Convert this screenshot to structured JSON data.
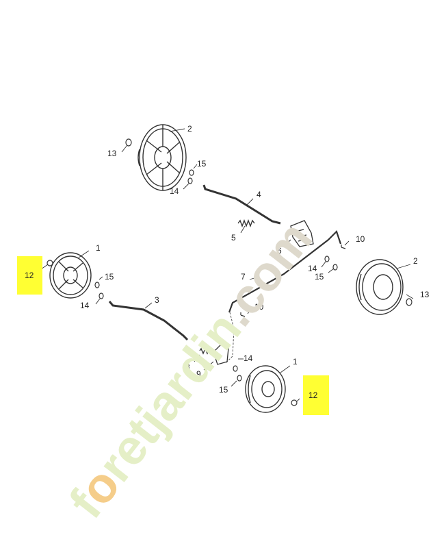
{
  "watermark": {
    "text_prefix": "f",
    "text_accent": "o",
    "text_rest": "retjardin",
    "text_suffix": ".com",
    "color_main": "#e5efc7",
    "color_accent": "#f5cd8a",
    "color_suffix": "#ded9cc"
  },
  "highlight_color": "#ffff33",
  "labels": {
    "front_left_wheel": "1",
    "front_right_wheel": "1",
    "rear_left_wheel": "2",
    "rear_right_wheel": "2",
    "front_axle": "3",
    "rear_axle": "4",
    "spring_rear": "5",
    "lever_rear": "6",
    "connecting_rod": "7",
    "spring_front": "8",
    "lever_front": "9",
    "screw_upper": "10",
    "screw_lower": "10",
    "nut_left_highlight": "12",
    "nut_right_highlight": "12",
    "nut_rear_left": "13",
    "nut_rear_right": "13",
    "washer_rear_left_a": "14",
    "washer_rear_right_a": "14",
    "washer_front_left_a": "14",
    "washer_front_right_a": "14",
    "washer_rear_left_b": "15",
    "washer_rear_right_b": "15",
    "washer_front_left_b": "15",
    "washer_front_right_b": "15"
  }
}
